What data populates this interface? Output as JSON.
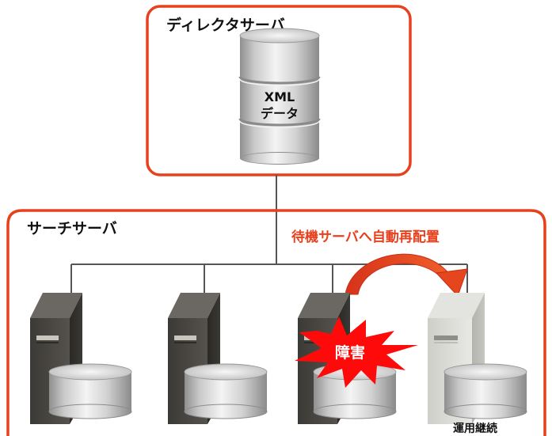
{
  "director": {
    "title": "ディレクタサーバ",
    "db_label_line1": "XML",
    "db_label_line2": "データ"
  },
  "search": {
    "title": "サーチサーバ",
    "relocation_label": "待機サーバへ自動再配置",
    "failure_label": "障害",
    "continue_label": "運用継続"
  },
  "colors": {
    "frame": "#e8401c",
    "accent_text": "#e8401c",
    "burst": "#ff0a0a",
    "arrow": "#e5461e",
    "line": "#555555"
  }
}
